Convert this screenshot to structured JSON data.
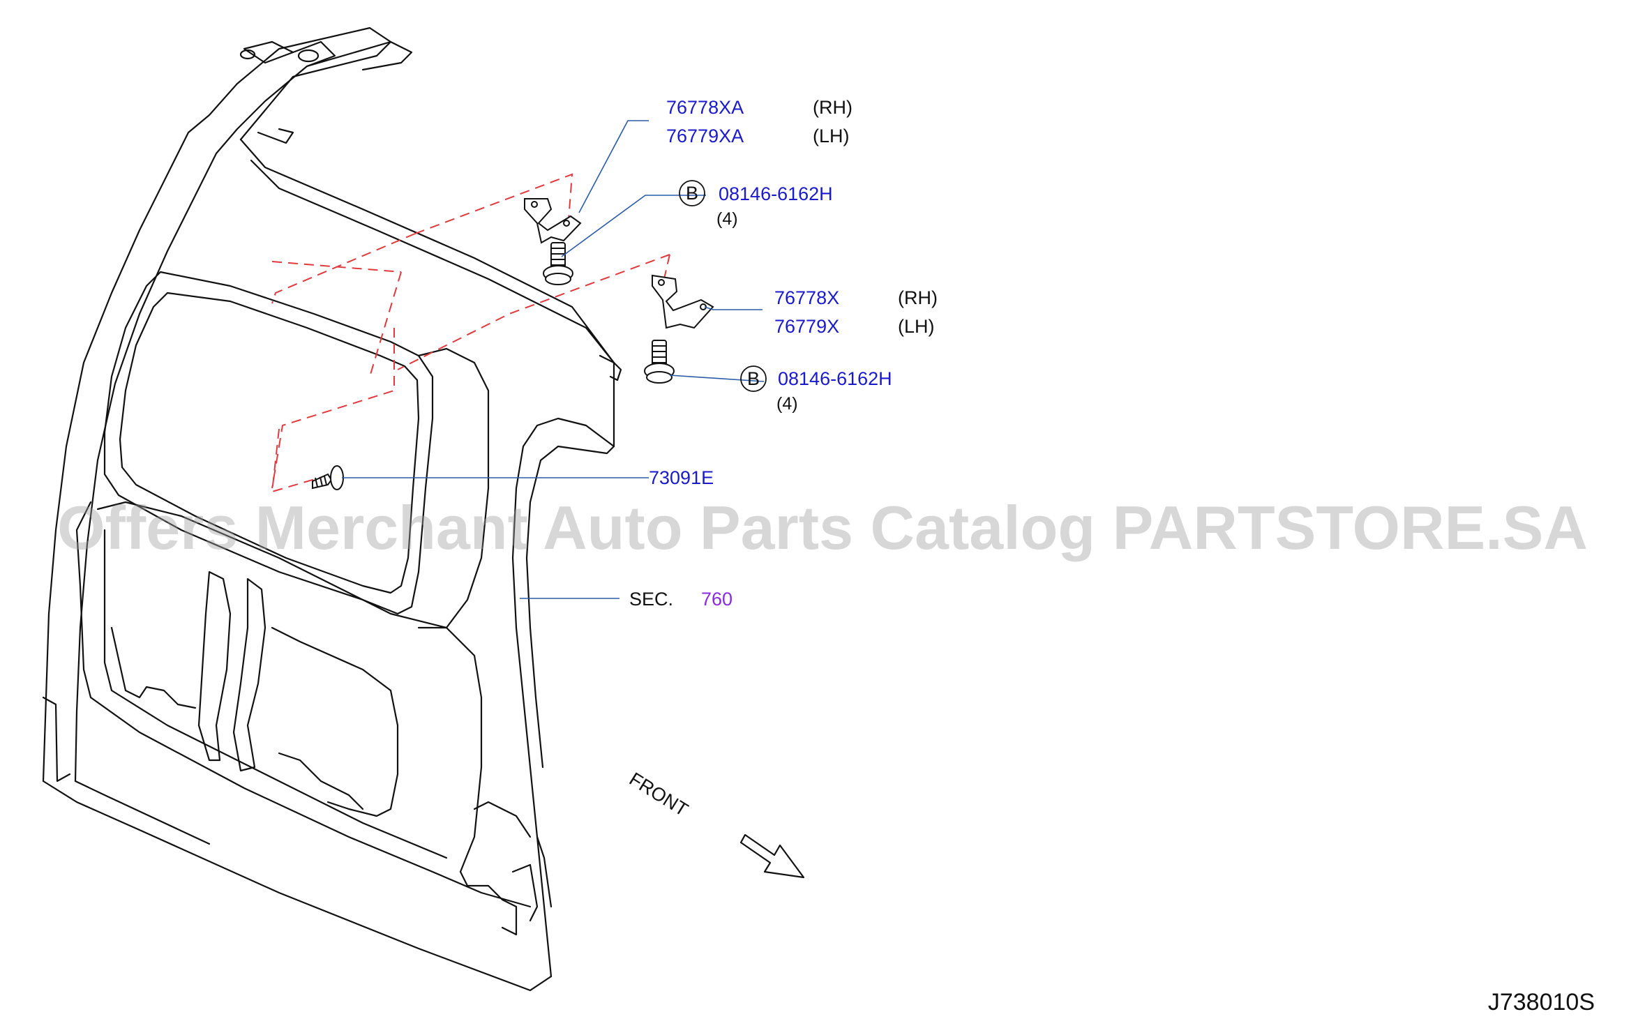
{
  "callouts": {
    "bracket_upper_rh": {
      "part": "76778XA",
      "side": "(RH)"
    },
    "bracket_upper_lh": {
      "part": "76779XA",
      "side": "(LH)"
    },
    "bolt_upper": {
      "symbol": "B",
      "part": "08146-6162H",
      "qty": "(4)"
    },
    "bracket_lower_rh": {
      "part": "76778X",
      "side": "(RH)"
    },
    "bracket_lower_lh": {
      "part": "76779X",
      "side": "(LH)"
    },
    "bolt_lower": {
      "symbol": "B",
      "part": "08146-6162H",
      "qty": "(4)"
    },
    "clip": {
      "part": "73091E"
    },
    "section": {
      "prefix": "SEC.",
      "number": "760"
    }
  },
  "direction_label": "FRONT",
  "drawing_code": "J738010S",
  "watermark": "Offers Merchant Auto Parts Catalog PARTSTORE.SA",
  "colors": {
    "part_number": "#1a1acc",
    "section_number": "#8a2be2",
    "dashed_guide": "#e0393e",
    "outline": "#111111"
  }
}
